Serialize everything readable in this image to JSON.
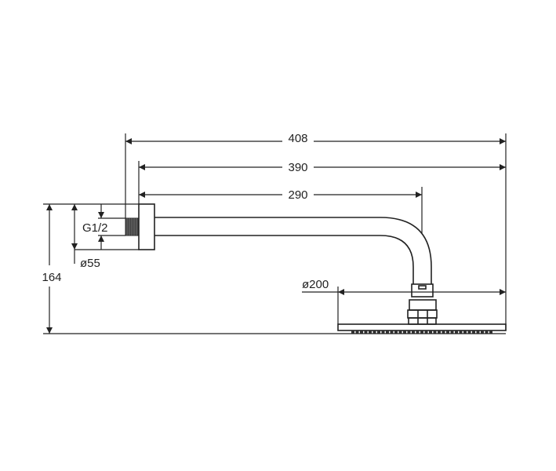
{
  "dimensions": {
    "overall_length": "408",
    "arm_length_390": "390",
    "arm_length_290": "290",
    "height": "164",
    "thread": "G1/2",
    "flange_diameter": "ø55",
    "head_diameter": "ø200"
  }
}
